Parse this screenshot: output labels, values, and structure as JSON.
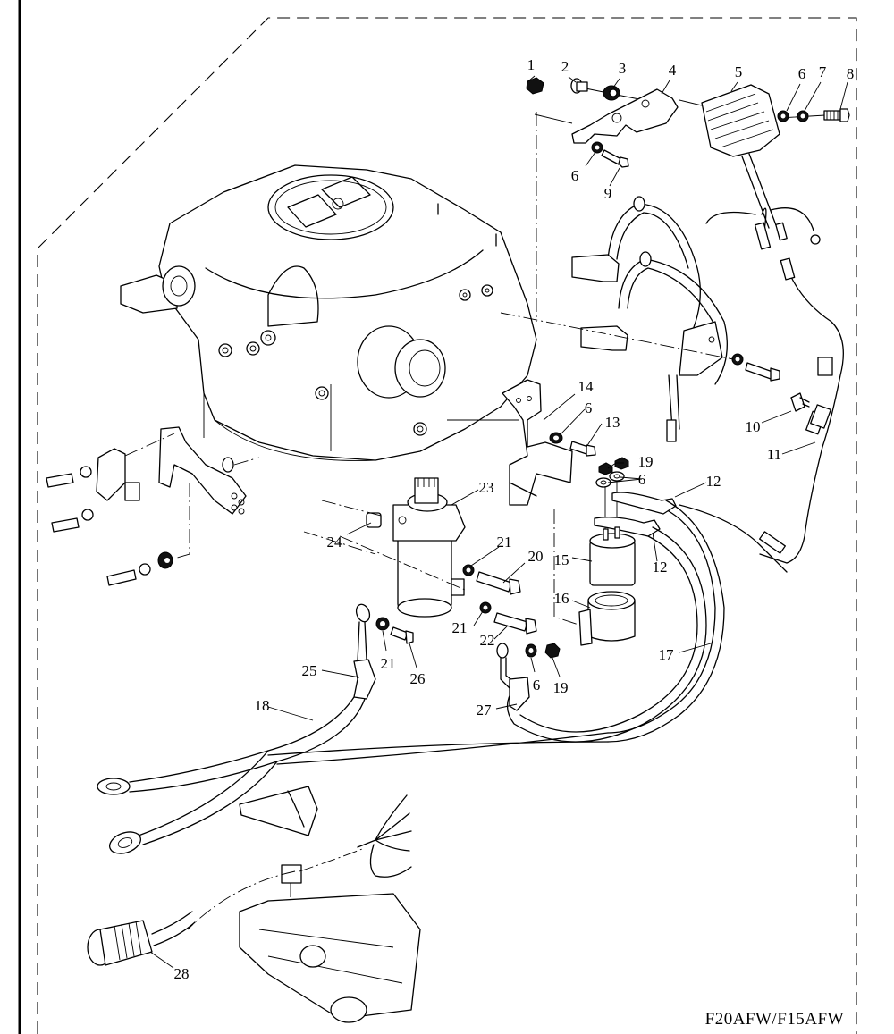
{
  "diagram": {
    "type": "exploded-parts-diagram",
    "subject": "Outboard engine electrical / starter components",
    "model_label": "F20AFW/F15AFW",
    "callouts": [
      {
        "id": "1",
        "label": "1"
      },
      {
        "id": "2",
        "label": "2"
      },
      {
        "id": "3",
        "label": "3"
      },
      {
        "id": "4",
        "label": "4"
      },
      {
        "id": "5",
        "label": "5"
      },
      {
        "id": "6a",
        "label": "6"
      },
      {
        "id": "7",
        "label": "7"
      },
      {
        "id": "8",
        "label": "8"
      },
      {
        "id": "6b",
        "label": "6"
      },
      {
        "id": "9",
        "label": "9"
      },
      {
        "id": "10",
        "label": "10"
      },
      {
        "id": "11",
        "label": "11"
      },
      {
        "id": "14",
        "label": "14"
      },
      {
        "id": "6c",
        "label": "6"
      },
      {
        "id": "13",
        "label": "13"
      },
      {
        "id": "19a",
        "label": "19"
      },
      {
        "id": "6d",
        "label": "6"
      },
      {
        "id": "12a",
        "label": "12"
      },
      {
        "id": "12b",
        "label": "12"
      },
      {
        "id": "23",
        "label": "23"
      },
      {
        "id": "24",
        "label": "24"
      },
      {
        "id": "21a",
        "label": "21"
      },
      {
        "id": "20",
        "label": "20"
      },
      {
        "id": "15",
        "label": "15"
      },
      {
        "id": "16",
        "label": "16"
      },
      {
        "id": "21b",
        "label": "21"
      },
      {
        "id": "22",
        "label": "22"
      },
      {
        "id": "17",
        "label": "17"
      },
      {
        "id": "21c",
        "label": "21"
      },
      {
        "id": "26",
        "label": "26"
      },
      {
        "id": "6e",
        "label": "6"
      },
      {
        "id": "19b",
        "label": "19"
      },
      {
        "id": "25",
        "label": "25"
      },
      {
        "id": "27",
        "label": "27"
      },
      {
        "id": "18",
        "label": "18"
      },
      {
        "id": "28",
        "label": "28"
      }
    ]
  }
}
